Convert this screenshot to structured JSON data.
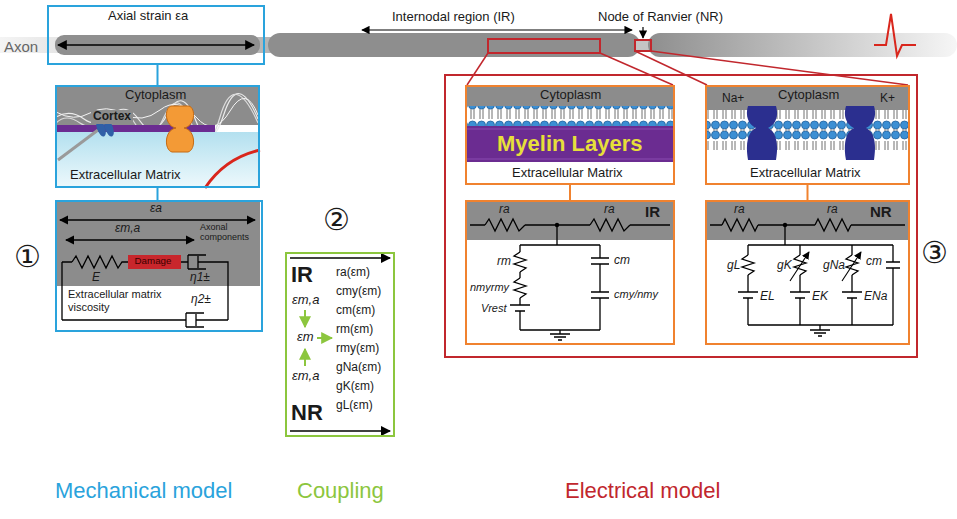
{
  "diagram": {
    "nodes": [
      {
        "text": [
          "Axial strain εa"
        ]
      },
      {
        "text": [
          "Cytoplasm",
          "Cortex",
          "Extracellular Matrix"
        ]
      },
      {
        "text": [
          "εa",
          "εm,a",
          "Axonal components",
          "E",
          "η1±",
          "η2±",
          "Extracellular matrix viscosity"
        ]
      },
      {
        "text": [
          "Damage"
        ],
        "in": 2
      },
      {
        "text": [
          "IR",
          "εm,a",
          "εm",
          "εm,a",
          "NR",
          "ra(εm)",
          "cmy(εm)",
          "cm(εm)",
          "rm(εm)",
          "rmy(εm)",
          "gNa(εm)",
          "gK(εm)",
          "gL(εm)"
        ]
      },
      {
        "text": [
          "Cytoplasm",
          "Myelin Layers",
          "Extracellular Matrix"
        ]
      },
      {
        "text": [
          "Cytoplasm",
          "Na+",
          "K+",
          "Extracellular Matrix"
        ]
      },
      {
        "text": [
          "ra",
          "ra",
          "IR",
          "rm",
          "nmyrmy",
          "Vrest",
          "cm",
          "cmy/nmy"
        ]
      },
      {
        "text": [
          "ra",
          "ra",
          "NR",
          "gL",
          "gK",
          "gNa",
          "EL",
          "EK",
          "ENa",
          "cm"
        ]
      }
    ],
    "edges": [
      {
        "from": 0,
        "to": 1,
        "arrow": "none"
      },
      {
        "from": 1,
        "to": 2,
        "arrow": "none"
      },
      {
        "from": 5,
        "to": 7,
        "arrow": "none"
      },
      {
        "from": 6,
        "to": 8,
        "arrow": "none"
      }
    ],
    "labels": [
      "Axon",
      "Internodal region (IR)",
      "Node of Ranvier (NR)",
      "①",
      "②",
      "③",
      "Mechanical model",
      "Coupling",
      "Electrical model"
    ]
  }
}
